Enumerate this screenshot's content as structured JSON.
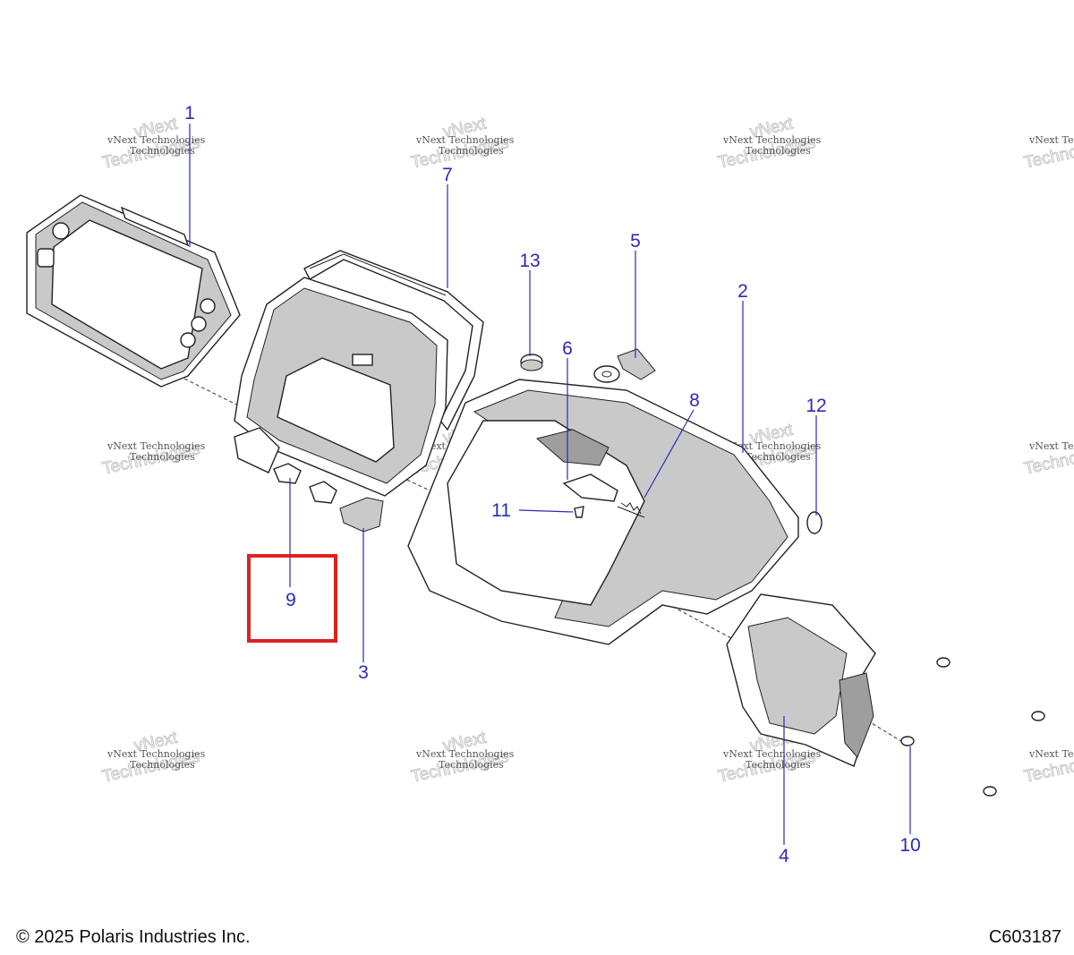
{
  "callouts": [
    {
      "id": "1",
      "label": "1"
    },
    {
      "id": "2",
      "label": "2"
    },
    {
      "id": "3",
      "label": "3"
    },
    {
      "id": "4",
      "label": "4"
    },
    {
      "id": "5",
      "label": "5"
    },
    {
      "id": "6",
      "label": "6"
    },
    {
      "id": "7",
      "label": "7"
    },
    {
      "id": "8",
      "label": "8"
    },
    {
      "id": "9",
      "label": "9"
    },
    {
      "id": "10",
      "label": "10"
    },
    {
      "id": "11",
      "label": "11"
    },
    {
      "id": "12",
      "label": "12"
    },
    {
      "id": "13",
      "label": "13"
    }
  ],
  "highlighted_part": "9",
  "highlight_color": "#e02020",
  "callout_color": "#2a2ab8",
  "watermark": {
    "line1": "vNext Technologies",
    "line2": "vNext",
    "line3": "Technologies"
  },
  "footer": {
    "copyright": "© 2025 Polaris Industries Inc.",
    "drawing_id": "C603187"
  }
}
